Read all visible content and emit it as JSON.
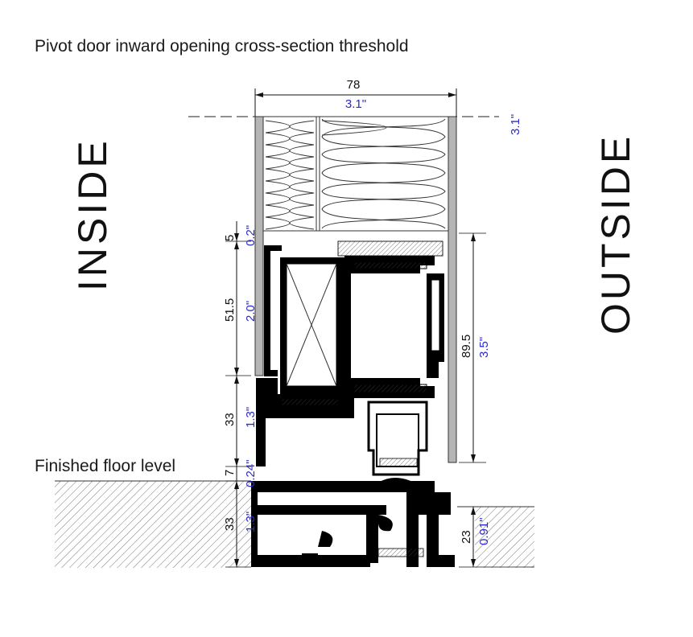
{
  "title": "Pivot door inward opening cross-section threshold",
  "labels": {
    "inside": "INSIDE",
    "outside": "OUTSIDE",
    "floor_level": "Finished floor level"
  },
  "dimensions": {
    "top_mm": "78",
    "top_in": "3.1\"",
    "right_top_in": "3.1\"",
    "left": [
      {
        "mm": "5",
        "in": "0.2\""
      },
      {
        "mm": "51.5",
        "in": "2.0\""
      },
      {
        "mm": "33",
        "in": "1.3\""
      },
      {
        "mm": "7",
        "in": "0.24\""
      },
      {
        "mm": "33",
        "in": "1.3\""
      }
    ],
    "right_frame": {
      "mm": "89.5",
      "in": "3.5\""
    },
    "right_floor": {
      "mm": "23",
      "in": "0.91\""
    }
  },
  "colors": {
    "profile": "#000000",
    "dimension_imperial": "#2a2ad0",
    "wall": "#b5b5b5"
  }
}
